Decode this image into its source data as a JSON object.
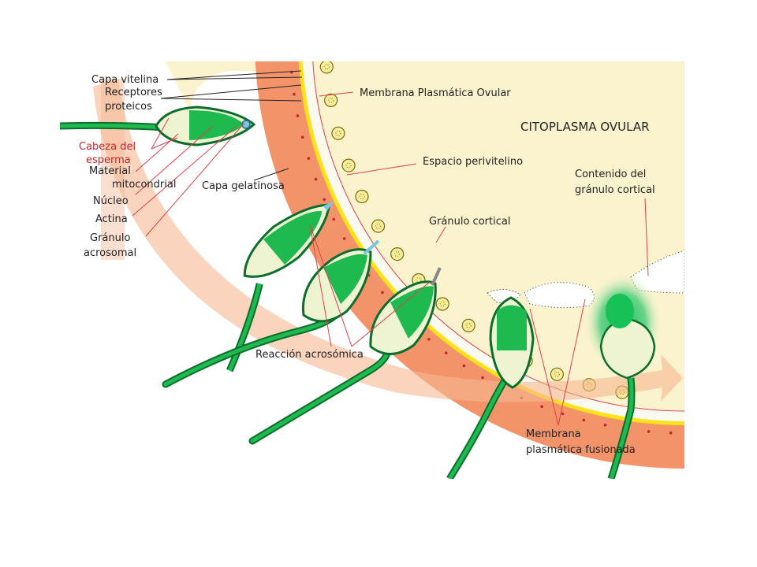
{
  "labels": {
    "capa_vitelina": "Capa vitelina",
    "receptores_1": "Receptores",
    "receptores_2": "proteicos",
    "cabeza_1": "Cabeza del",
    "cabeza_2": "esperma",
    "material_1": "Material",
    "material_2": "mitocondrial",
    "nucleo": "Núcleo",
    "actina": "Actina",
    "granulo_acro_1": "Gránulo",
    "granulo_acro_2": "acrosomal",
    "capa_gelatinosa": "Capa gelatinosa",
    "membrana_ovular": "Membrana Plasmática Ovular",
    "citoplasma": "CITOPLASMA OVULAR",
    "espacio": "Espacio perivitelino",
    "contenido_1": "Contenido del",
    "contenido_2": "gránulo cortical",
    "granulo_cortical": "Gránulo cortical",
    "reaccion": "Reacción acrosómica",
    "membrana_fus_1": "Membrana",
    "membrana_fus_2": "plasmática fusionada"
  },
  "colors": {
    "cytoplasm": "#faf3cd",
    "jelly_layer": "#f3936a",
    "vitelline": "#ffe21a",
    "sperm_green": "#1fba4f",
    "sperm_dark": "#0b6e2c",
    "sperm_light": "#eef4d2",
    "pointer_red": "#e0404a",
    "arrow": "#f6b891"
  }
}
